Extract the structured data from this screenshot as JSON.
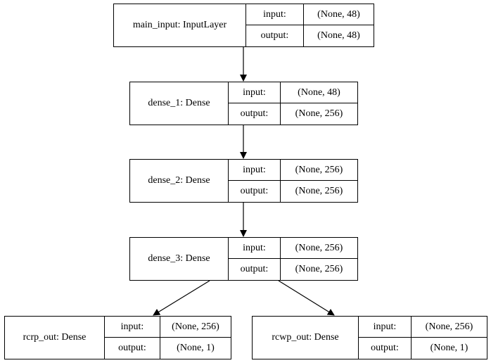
{
  "diagram": {
    "nodes": [
      {
        "name": "main_input: InputLayer",
        "input_label": "input:",
        "input_shape": "(None, 48)",
        "output_label": "output:",
        "output_shape": "(None, 48)"
      },
      {
        "name": "dense_1: Dense",
        "input_label": "input:",
        "input_shape": "(None, 48)",
        "output_label": "output:",
        "output_shape": "(None, 256)"
      },
      {
        "name": "dense_2: Dense",
        "input_label": "input:",
        "input_shape": "(None, 256)",
        "output_label": "output:",
        "output_shape": "(None, 256)"
      },
      {
        "name": "dense_3: Dense",
        "input_label": "input:",
        "input_shape": "(None, 256)",
        "output_label": "output:",
        "output_shape": "(None, 256)"
      },
      {
        "name": "rcrp_out: Dense",
        "input_label": "input:",
        "input_shape": "(None, 256)",
        "output_label": "output:",
        "output_shape": "(None, 1)"
      },
      {
        "name": "rcwp_out: Dense",
        "input_label": "input:",
        "input_shape": "(None, 256)",
        "output_label": "output:",
        "output_shape": "(None, 1)"
      }
    ],
    "edges": [
      {
        "from": "main_input: InputLayer",
        "to": "dense_1: Dense"
      },
      {
        "from": "dense_1: Dense",
        "to": "dense_2: Dense"
      },
      {
        "from": "dense_2: Dense",
        "to": "dense_3: Dense"
      },
      {
        "from": "dense_3: Dense",
        "to": "rcrp_out: Dense"
      },
      {
        "from": "dense_3: Dense",
        "to": "rcwp_out: Dense"
      }
    ]
  }
}
